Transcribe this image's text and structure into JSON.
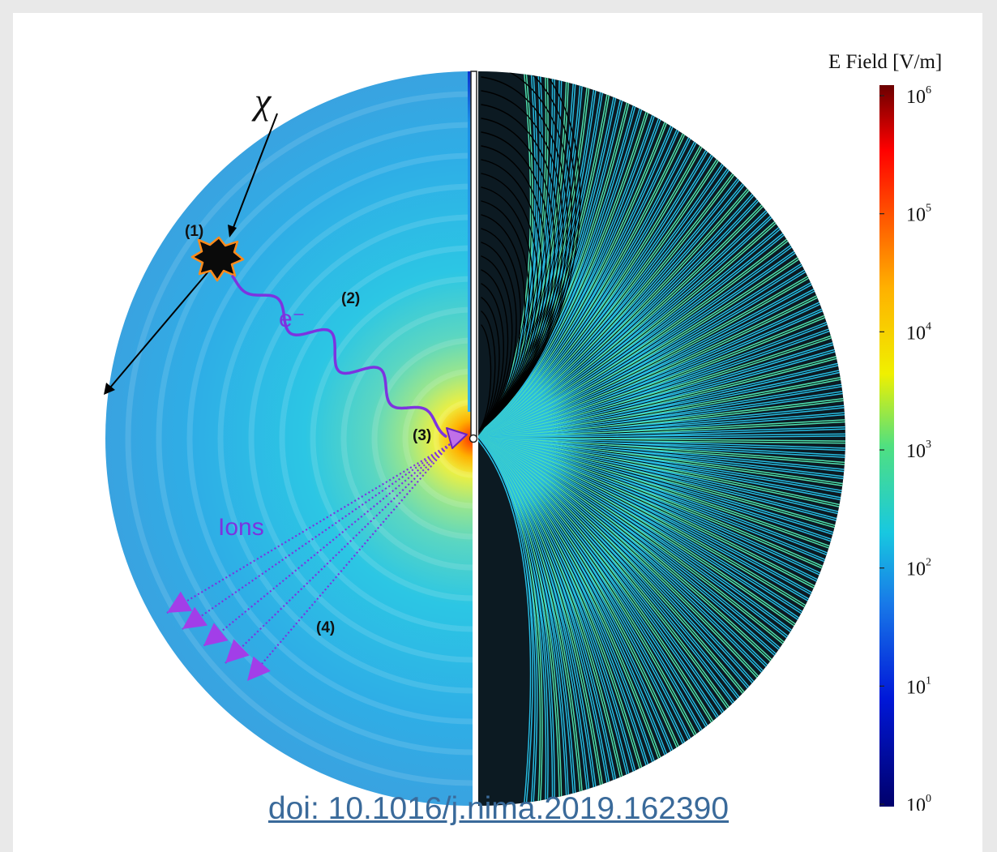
{
  "figure": {
    "labels": {
      "chi": "χ",
      "step1": "(1)",
      "step2": "(2)",
      "step3": "(3)",
      "step4": "(4)",
      "electron": "e⁻",
      "ions": "Ions"
    },
    "icons": [
      "explosion-icon",
      "triangle-arrow-icon"
    ]
  },
  "colorbar": {
    "title": "E Field [V/m]",
    "ticks": [
      {
        "base": "10",
        "exp": "6"
      },
      {
        "base": "10",
        "exp": "5"
      },
      {
        "base": "10",
        "exp": "4"
      },
      {
        "base": "10",
        "exp": "3"
      },
      {
        "base": "10",
        "exp": "2"
      },
      {
        "base": "10",
        "exp": "1"
      },
      {
        "base": "10",
        "exp": "0"
      }
    ],
    "colors": [
      "#6b0000",
      "#ff0000",
      "#ffb000",
      "#f0f000",
      "#50e080",
      "#18c8e0",
      "#1878e8",
      "#0018d8",
      "#00006b"
    ]
  },
  "footer": {
    "doi_text": "doi: 10.1016/j.nima.2019.162390"
  }
}
